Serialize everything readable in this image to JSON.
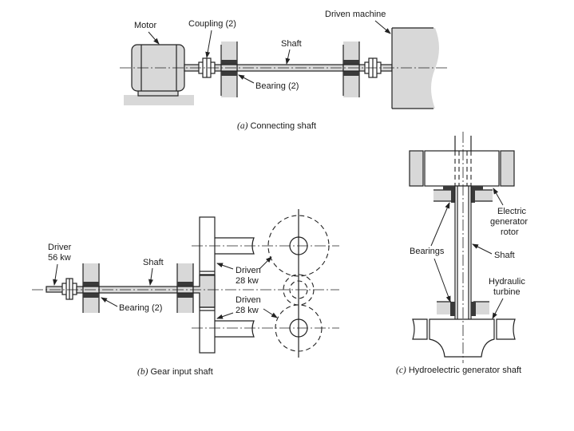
{
  "figure_a": {
    "caption_letter": "(a)",
    "caption_text": " Connecting shaft",
    "labels": {
      "motor": "Motor",
      "coupling": "Coupling (2)",
      "shaft": "Shaft",
      "bearing": "Bearing (2)",
      "driven_machine": "Driven machine"
    }
  },
  "figure_b": {
    "caption_letter": "(b)",
    "caption_text": " Gear input shaft",
    "labels": {
      "driver_line1": "Driver",
      "driver_line2": "56 kw",
      "shaft": "Shaft",
      "bearing": "Bearing (2)",
      "driven_top_line1": "Driven",
      "driven_top_line2": "28 kw",
      "driven_bottom_line1": "Driven",
      "driven_bottom_line2": "28 kw"
    }
  },
  "figure_c": {
    "caption_letter": "(c)",
    "caption_text": " Hydroelectric generator shaft",
    "labels": {
      "rotor_line1": "Electric",
      "rotor_line2": "generator",
      "rotor_line3": "rotor",
      "bearings": "Bearings",
      "shaft": "Shaft",
      "turbine_line1": "Hydraulic",
      "turbine_line2": "turbine"
    }
  }
}
